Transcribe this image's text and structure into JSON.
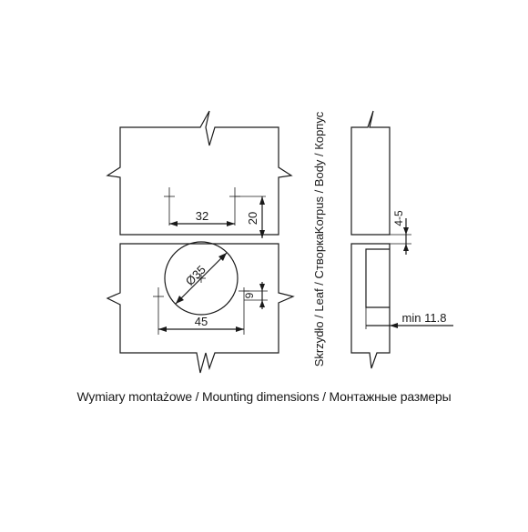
{
  "caption": "Wymiary montażowe / Mounting dimensions / Монтажные размеры",
  "dims": {
    "d32": "32",
    "d20": "20",
    "d45": "45",
    "d9": "9",
    "diam": "Ø35",
    "d45gap": "4-5",
    "min": "min 11.8"
  },
  "side_labels": {
    "body": "Korpus / Body / Корпус",
    "leaf": "Skrzydło / Leaf / Створка"
  },
  "colors": {
    "line": "#1a1a1a",
    "background": "#ffffff"
  }
}
